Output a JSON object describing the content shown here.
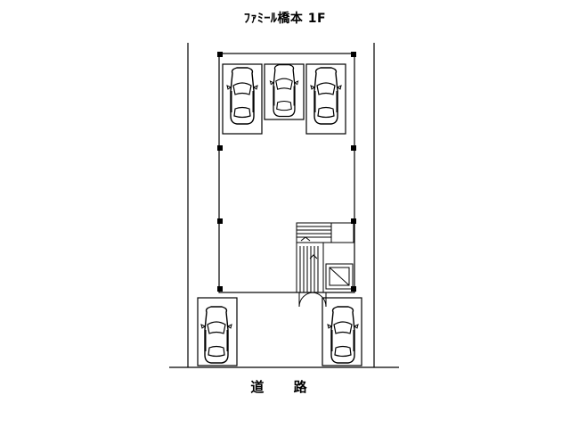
{
  "title": "ﾌｧﾐｰﾙ橋本 1F",
  "road_label": "道 路",
  "colors": {
    "line": "#000000",
    "background": "#ffffff"
  },
  "parking": {
    "count": 5,
    "icon": "car-top-view-icon"
  }
}
